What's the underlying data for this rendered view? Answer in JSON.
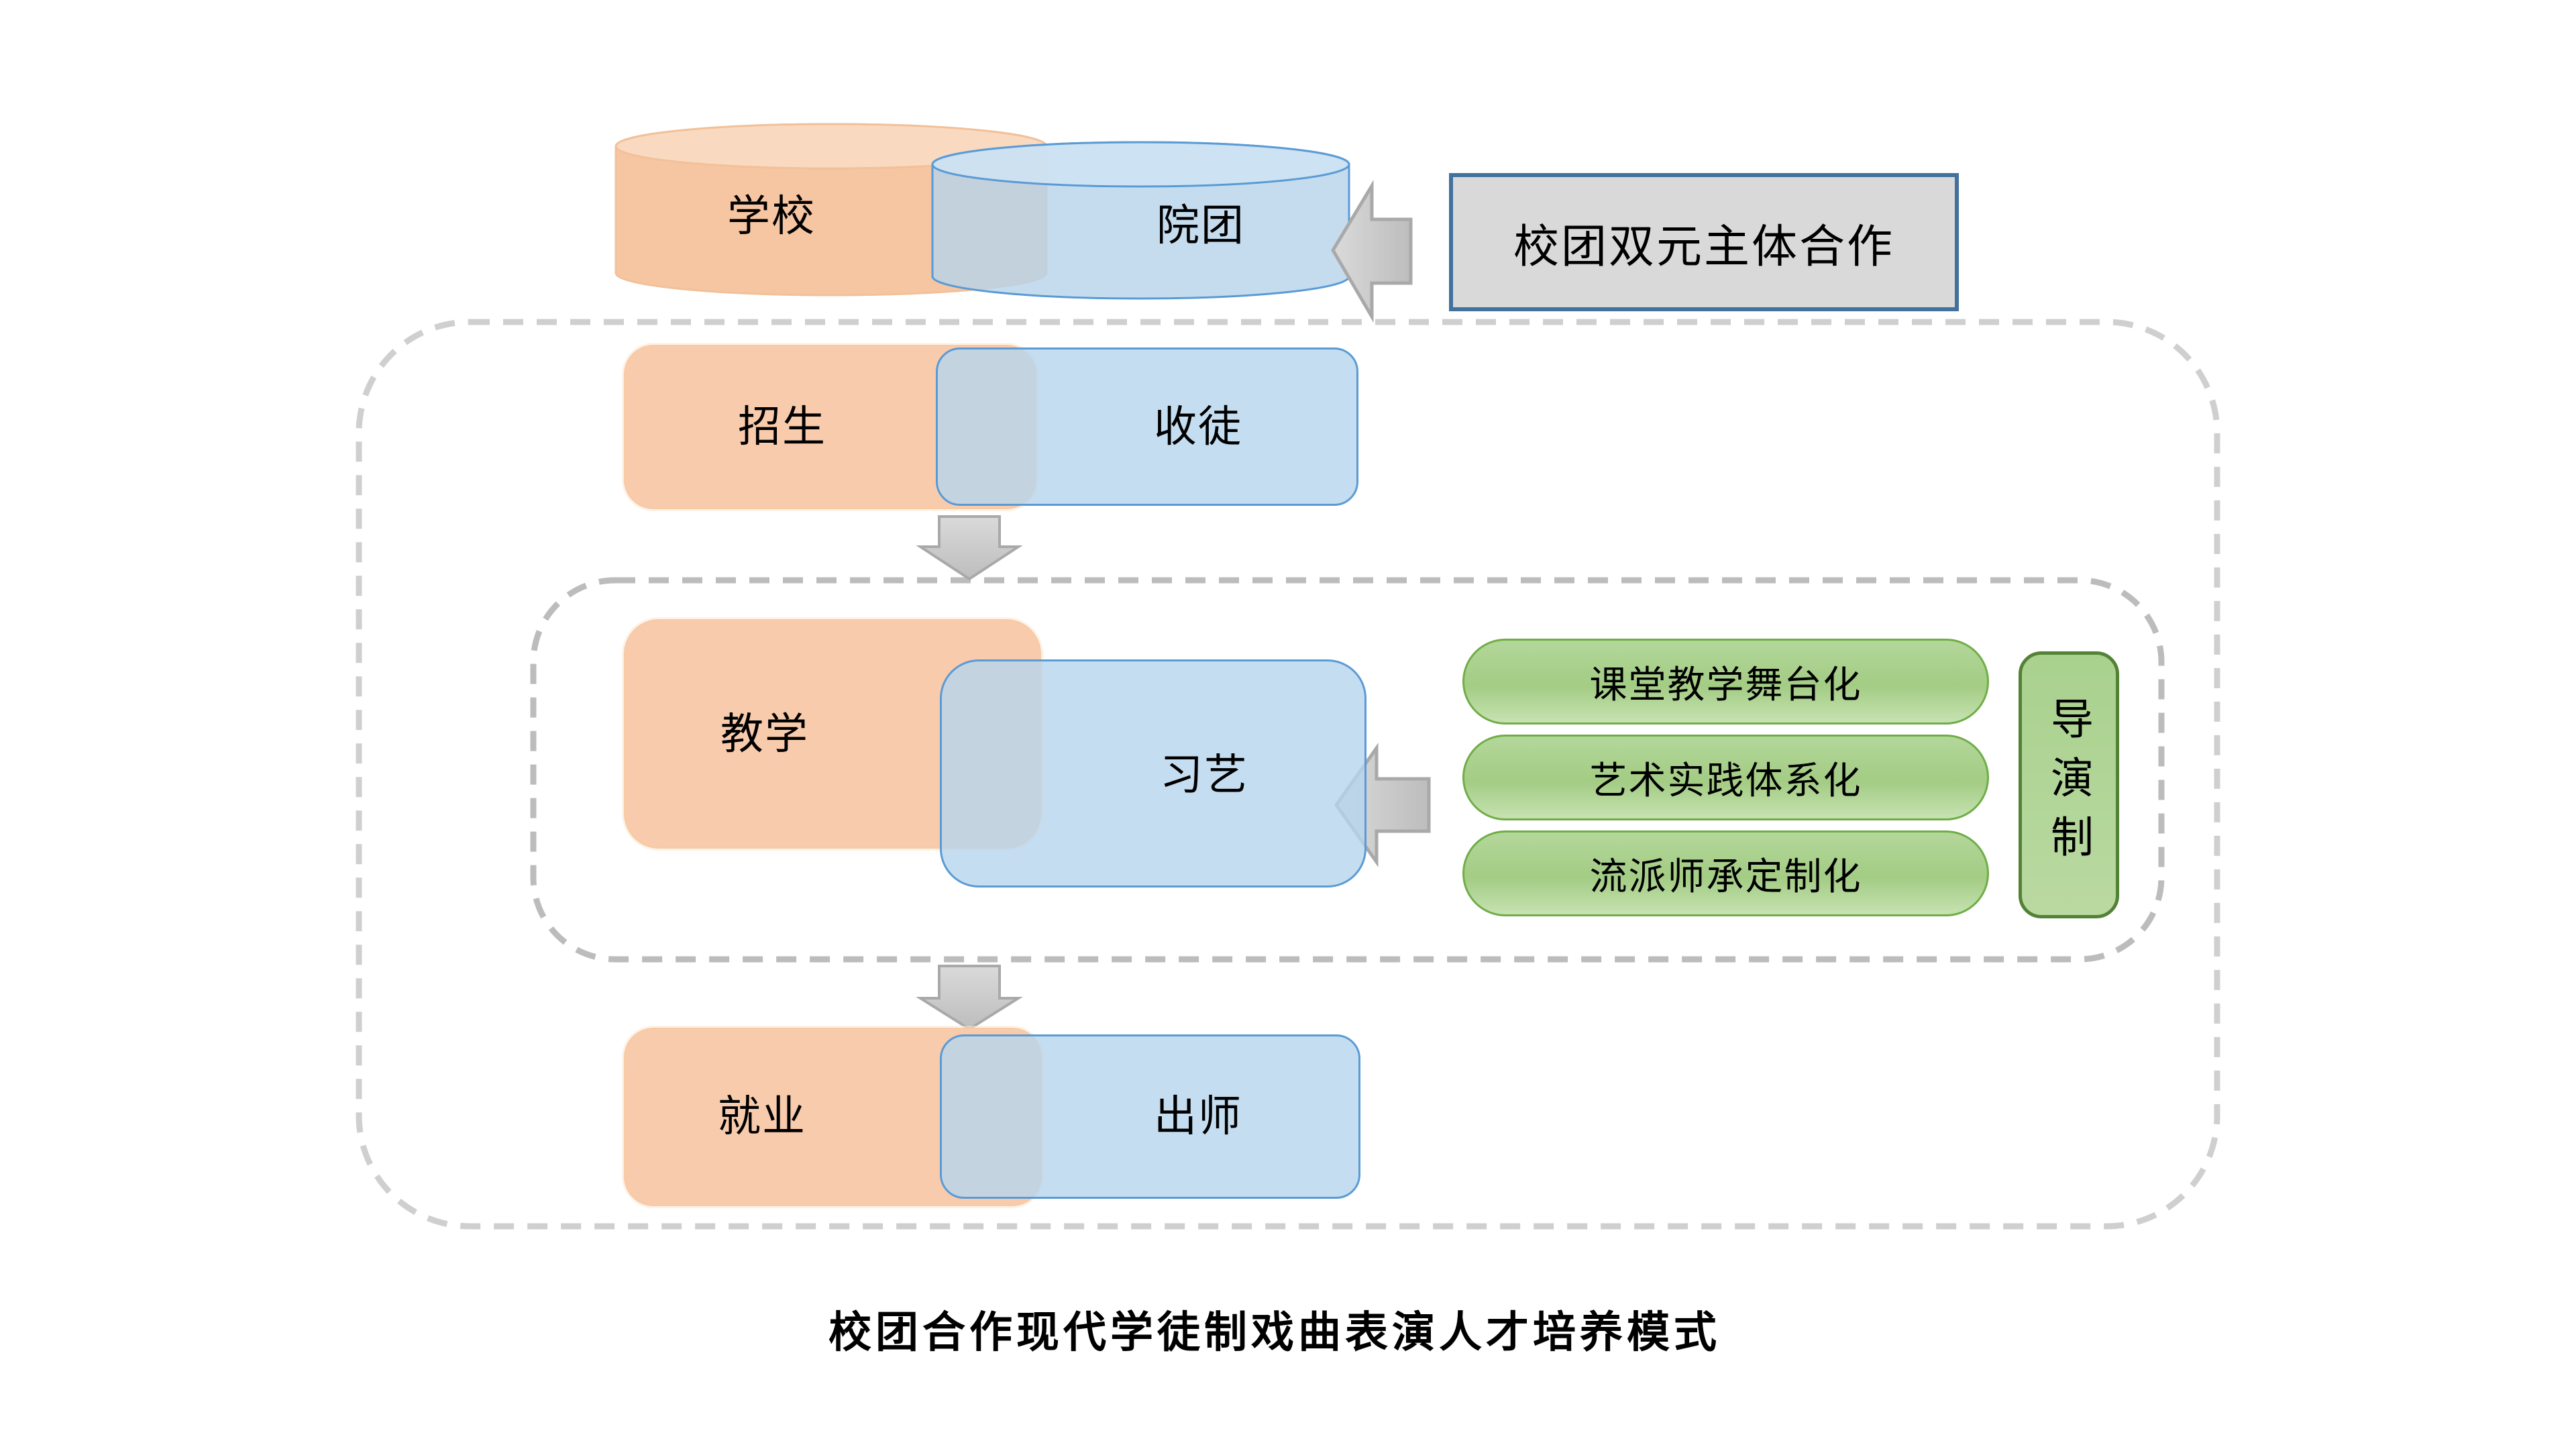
{
  "diagram": {
    "caption": "校团合作现代学徒制戏曲表演人才培养模式",
    "cooperation_label": "校团双元主体合作",
    "entities": {
      "school": "学校",
      "troupe": "院团"
    },
    "stages": [
      {
        "school_side": "招生",
        "troupe_side": "收徒"
      },
      {
        "school_side": "教学",
        "troupe_side": "习艺"
      },
      {
        "school_side": "就业",
        "troupe_side": "出师"
      }
    ],
    "teaching_features": [
      "课堂教学舞台化",
      "艺术实践体系化",
      "流派师承定制化"
    ],
    "director_system": "导演制",
    "colors": {
      "school_fill": "#f8cbad",
      "troupe_fill": "#bdd7ee",
      "troupe_border": "#5b9bd5",
      "feature_fill": "#a9d18e",
      "feature_border": "#70ad47",
      "director_border": "#538135",
      "cooperation_fill": "#d9d9d9",
      "cooperation_border": "#41719c",
      "arrow_fill": "#c9c9c9",
      "dash_border": "#bfbfbf"
    }
  }
}
